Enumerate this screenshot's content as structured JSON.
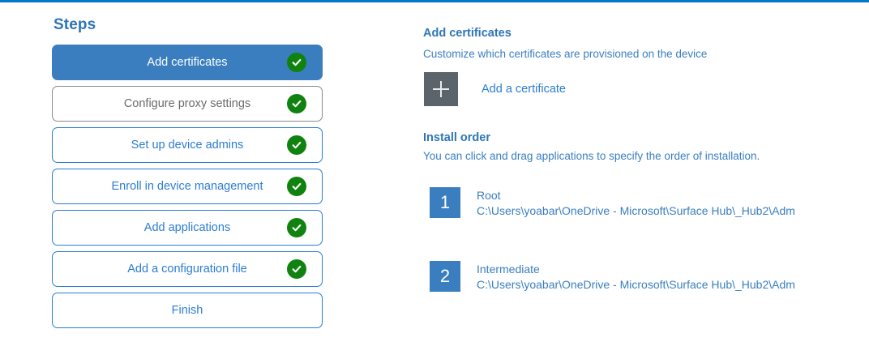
{
  "theme": {
    "accent_blue": "#0078c8",
    "link_blue": "#2b7cd3",
    "heading_blue": "#2e75b6",
    "selected_blue": "#3a7ebf",
    "check_green": "#10820f",
    "tile_gray": "#5b636b",
    "muted_gray": "#6b6b6b"
  },
  "steps": {
    "title": "Steps",
    "items": [
      {
        "label": "Add certificates",
        "state": "selected",
        "checked": true
      },
      {
        "label": "Configure proxy settings",
        "state": "muted",
        "checked": true
      },
      {
        "label": "Set up device admins",
        "state": "default",
        "checked": true
      },
      {
        "label": "Enroll in device management",
        "state": "default",
        "checked": true
      },
      {
        "label": "Add applications",
        "state": "default",
        "checked": true
      },
      {
        "label": "Add a configuration file",
        "state": "default",
        "checked": true
      },
      {
        "label": "Finish",
        "state": "default",
        "checked": false
      }
    ]
  },
  "detail": {
    "certificates": {
      "heading": "Add certificates",
      "subtitle": "Customize which certificates are provisioned on the device",
      "add_label": "Add a certificate",
      "add_icon": "plus-icon"
    },
    "install_order": {
      "heading": "Install order",
      "subtitle": "You can click and drag applications to specify the order of installation.",
      "items": [
        {
          "number": "1",
          "name": "Root",
          "path": "C:\\Users\\yoabar\\OneDrive - Microsoft\\Surface Hub\\_Hub2\\Adm"
        },
        {
          "number": "2",
          "name": "Intermediate",
          "path": "C:\\Users\\yoabar\\OneDrive - Microsoft\\Surface Hub\\_Hub2\\Adm"
        }
      ]
    }
  }
}
